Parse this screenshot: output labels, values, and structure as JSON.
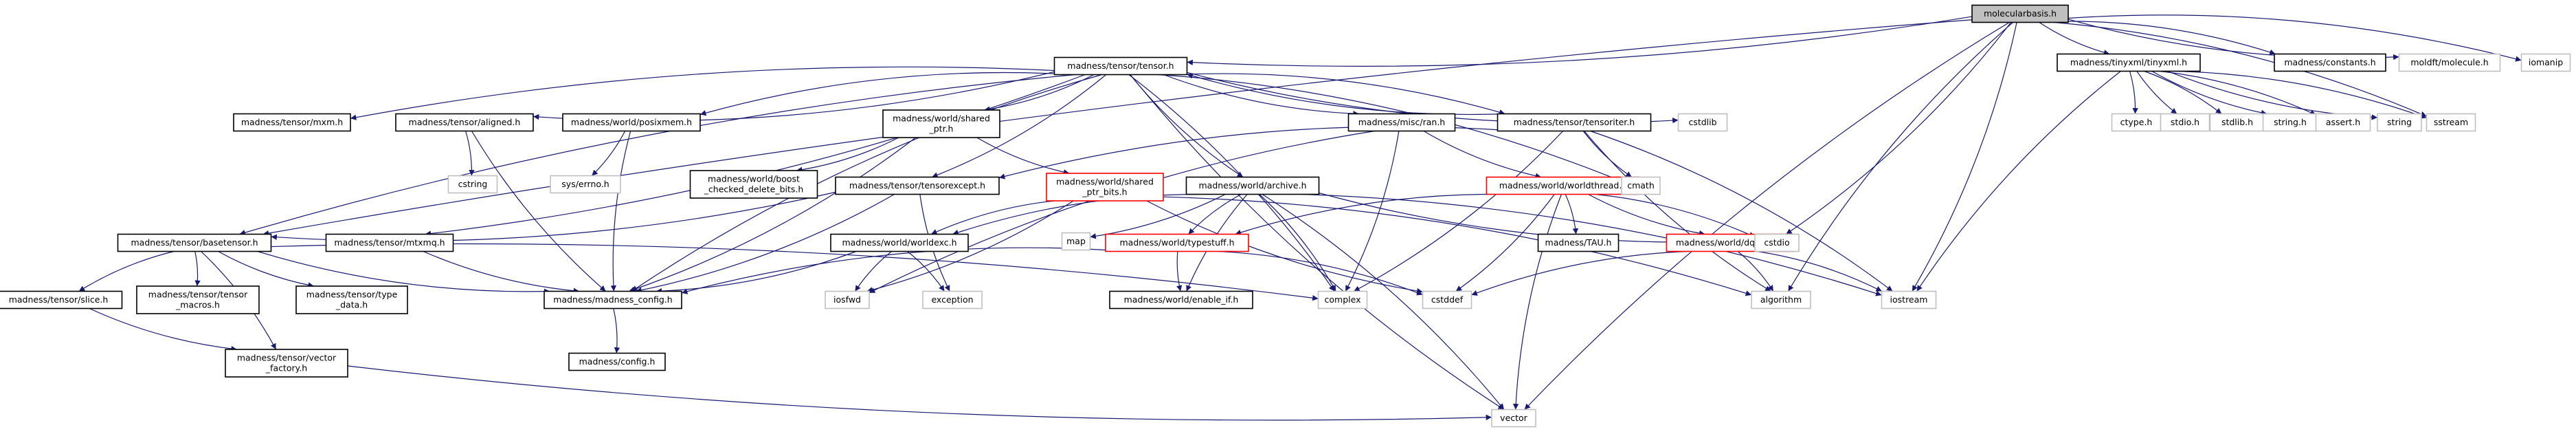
{
  "colors": {
    "edge": "#191970",
    "node_border_black": "#000000",
    "node_border_red": "#ff0000",
    "node_border_gray": "#bfbfbf",
    "root_fill": "#bfbfbf",
    "node_fill": "#ffffff"
  },
  "nodes": [
    {
      "id": "n_molecularbasis",
      "lines": [
        "molecularbasis.h"
      ],
      "style": "root",
      "interactable": false
    },
    {
      "id": "n_tensor_h",
      "lines": [
        "madness/tensor/tensor.h"
      ],
      "style": "black",
      "interactable": true
    },
    {
      "id": "n_tinyxml",
      "lines": [
        "madness/tinyxml/tinyxml.h"
      ],
      "style": "black",
      "interactable": true
    },
    {
      "id": "n_constants",
      "lines": [
        "madness/constants.h"
      ],
      "style": "black",
      "interactable": true
    },
    {
      "id": "n_moldft_molecule",
      "lines": [
        "moldft/molecule.h"
      ],
      "style": "gray",
      "interactable": false
    },
    {
      "id": "n_iomanip",
      "lines": [
        "iomanip"
      ],
      "style": "gray",
      "interactable": false
    },
    {
      "id": "n_mxm",
      "lines": [
        "madness/tensor/mxm.h"
      ],
      "style": "black",
      "interactable": true
    },
    {
      "id": "n_aligned",
      "lines": [
        "madness/tensor/aligned.h"
      ],
      "style": "black",
      "interactable": true
    },
    {
      "id": "n_posixmem",
      "lines": [
        "madness/world/posixmem.h"
      ],
      "style": "black",
      "interactable": true
    },
    {
      "id": "n_shared_ptr",
      "lines": [
        "madness/world/shared",
        "_ptr.h"
      ],
      "style": "black",
      "interactable": true
    },
    {
      "id": "n_ran",
      "lines": [
        "madness/misc/ran.h"
      ],
      "style": "black",
      "interactable": true
    },
    {
      "id": "n_tensoriter",
      "lines": [
        "madness/tensor/tensoriter.h"
      ],
      "style": "black",
      "interactable": true
    },
    {
      "id": "n_cstdlib",
      "lines": [
        "cstdlib"
      ],
      "style": "gray",
      "interactable": false
    },
    {
      "id": "n_ctype",
      "lines": [
        "ctype.h"
      ],
      "style": "gray",
      "interactable": false
    },
    {
      "id": "n_stdio_h",
      "lines": [
        "stdio.h"
      ],
      "style": "gray",
      "interactable": false
    },
    {
      "id": "n_stdlib_h",
      "lines": [
        "stdlib.h"
      ],
      "style": "gray",
      "interactable": false
    },
    {
      "id": "n_string_h",
      "lines": [
        "string.h"
      ],
      "style": "gray",
      "interactable": false
    },
    {
      "id": "n_assert_h",
      "lines": [
        "assert.h"
      ],
      "style": "gray",
      "interactable": false
    },
    {
      "id": "n_string",
      "lines": [
        "string"
      ],
      "style": "gray",
      "interactable": false
    },
    {
      "id": "n_sstream",
      "lines": [
        "sstream"
      ],
      "style": "gray",
      "interactable": false
    },
    {
      "id": "n_cstring",
      "lines": [
        "cstring"
      ],
      "style": "gray",
      "interactable": false
    },
    {
      "id": "n_sys_errno",
      "lines": [
        "sys/errno.h"
      ],
      "style": "gray",
      "interactable": false
    },
    {
      "id": "n_boost_checked",
      "lines": [
        "madness/world/boost",
        "_checked_delete_bits.h"
      ],
      "style": "black",
      "interactable": true
    },
    {
      "id": "n_tensorexcept",
      "lines": [
        "madness/tensor/tensorexcept.h"
      ],
      "style": "black",
      "interactable": true
    },
    {
      "id": "n_shared_ptr_bits",
      "lines": [
        "madness/world/shared",
        "_ptr_bits.h"
      ],
      "style": "red",
      "interactable": true
    },
    {
      "id": "n_archive",
      "lines": [
        "madness/world/archive.h"
      ],
      "style": "black",
      "interactable": true
    },
    {
      "id": "n_worldthread",
      "lines": [
        "madness/world/worldthread.h"
      ],
      "style": "red",
      "interactable": true
    },
    {
      "id": "n_cmath",
      "lines": [
        "cmath"
      ],
      "style": "gray",
      "interactable": false
    },
    {
      "id": "n_basetensor",
      "lines": [
        "madness/tensor/basetensor.h"
      ],
      "style": "black",
      "interactable": true
    },
    {
      "id": "n_mtxmq",
      "lines": [
        "madness/tensor/mtxmq.h"
      ],
      "style": "black",
      "interactable": true
    },
    {
      "id": "n_worldexc",
      "lines": [
        "madness/world/worldexc.h"
      ],
      "style": "black",
      "interactable": true
    },
    {
      "id": "n_map",
      "lines": [
        "map"
      ],
      "style": "gray",
      "interactable": false
    },
    {
      "id": "n_typestuff",
      "lines": [
        "madness/world/typestuff.h"
      ],
      "style": "red",
      "interactable": true
    },
    {
      "id": "n_tali",
      "lines": [
        "madness/TAU.h"
      ],
      "style": "black",
      "interactable": true
    },
    {
      "id": "n_dqueue",
      "lines": [
        "madness/world/dqueue.h"
      ],
      "style": "red",
      "interactable": true
    },
    {
      "id": "n_cstdio",
      "lines": [
        "cstdio"
      ],
      "style": "gray",
      "interactable": false
    },
    {
      "id": "n_slice",
      "lines": [
        "madness/tensor/slice.h"
      ],
      "style": "black",
      "interactable": true
    },
    {
      "id": "n_tensor_macros",
      "lines": [
        "madness/tensor/tensor",
        "_macros.h"
      ],
      "style": "black",
      "interactable": true
    },
    {
      "id": "n_type_data",
      "lines": [
        "madness/tensor/type",
        "_data.h"
      ],
      "style": "black",
      "interactable": true
    },
    {
      "id": "n_madness_config",
      "lines": [
        "madness/madness_config.h"
      ],
      "style": "black",
      "interactable": true
    },
    {
      "id": "n_iosfwd",
      "lines": [
        "iosfwd"
      ],
      "style": "gray",
      "interactable": false
    },
    {
      "id": "n_exception",
      "lines": [
        "exception"
      ],
      "style": "gray",
      "interactable": false
    },
    {
      "id": "n_enable_if",
      "lines": [
        "madness/world/enable_if.h"
      ],
      "style": "black",
      "interactable": true
    },
    {
      "id": "n_complex",
      "lines": [
        "complex"
      ],
      "style": "gray",
      "interactable": false
    },
    {
      "id": "n_cstddef",
      "lines": [
        "cstddef"
      ],
      "style": "gray",
      "interactable": false
    },
    {
      "id": "n_algorithm",
      "lines": [
        "algorithm"
      ],
      "style": "gray",
      "interactable": false
    },
    {
      "id": "n_iostream",
      "lines": [
        "iostream"
      ],
      "style": "gray",
      "interactable": false
    },
    {
      "id": "n_config",
      "lines": [
        "madness/config.h"
      ],
      "style": "black",
      "interactable": true
    },
    {
      "id": "n_vector_factory",
      "lines": [
        "madness/tensor/vector",
        "_factory.h"
      ],
      "style": "black",
      "interactable": true
    },
    {
      "id": "n_vector",
      "lines": [
        "vector"
      ],
      "style": "gray",
      "interactable": false
    }
  ],
  "edges": [
    [
      "n_molecularbasis",
      "n_tensor_h"
    ],
    [
      "n_molecularbasis",
      "n_tinyxml"
    ],
    [
      "n_molecularbasis",
      "n_constants"
    ],
    [
      "n_molecularbasis",
      "n_moldft_molecule"
    ],
    [
      "n_molecularbasis",
      "n_iomanip"
    ],
    [
      "n_molecularbasis",
      "n_basetensor"
    ],
    [
      "n_molecularbasis",
      "n_cstdio"
    ],
    [
      "n_molecularbasis",
      "n_algorithm"
    ],
    [
      "n_molecularbasis",
      "n_iostream"
    ],
    [
      "n_molecularbasis",
      "n_vector"
    ],
    [
      "n_molecularbasis",
      "n_sstream"
    ],
    [
      "n_tensor_h",
      "n_mxm"
    ],
    [
      "n_tensor_h",
      "n_aligned"
    ],
    [
      "n_tensor_h",
      "n_posixmem"
    ],
    [
      "n_tensor_h",
      "n_shared_ptr"
    ],
    [
      "n_tensor_h",
      "n_ran"
    ],
    [
      "n_tensor_h",
      "n_tensoriter"
    ],
    [
      "n_tensor_h",
      "n_cstdlib"
    ],
    [
      "n_tensor_h",
      "n_tensorexcept"
    ],
    [
      "n_tensor_h",
      "n_archive"
    ],
    [
      "n_tensor_h",
      "n_cmath"
    ],
    [
      "n_tensor_h",
      "n_basetensor"
    ],
    [
      "n_tensor_h",
      "n_mtxmq"
    ],
    [
      "n_tensor_h",
      "n_madness_config"
    ],
    [
      "n_tensor_h",
      "n_complex"
    ],
    [
      "n_tensor_h",
      "n_vector"
    ],
    [
      "n_tinyxml",
      "n_ctype"
    ],
    [
      "n_tinyxml",
      "n_stdio_h"
    ],
    [
      "n_tinyxml",
      "n_stdlib_h"
    ],
    [
      "n_tinyxml",
      "n_string_h"
    ],
    [
      "n_tinyxml",
      "n_assert_h"
    ],
    [
      "n_tinyxml",
      "n_string"
    ],
    [
      "n_tinyxml",
      "n_sstream"
    ],
    [
      "n_tinyxml",
      "n_iostream"
    ],
    [
      "n_aligned",
      "n_cstring"
    ],
    [
      "n_aligned",
      "n_madness_config"
    ],
    [
      "n_posixmem",
      "n_sys_errno"
    ],
    [
      "n_posixmem",
      "n_madness_config"
    ],
    [
      "n_shared_ptr",
      "n_boost_checked"
    ],
    [
      "n_shared_ptr",
      "n_shared_ptr_bits"
    ],
    [
      "n_shared_ptr",
      "n_madness_config"
    ],
    [
      "n_ran",
      "n_worldthread"
    ],
    [
      "n_ran",
      "n_complex"
    ],
    [
      "n_ran",
      "n_iosfwd"
    ],
    [
      "n_tensoriter",
      "n_tensor_h"
    ],
    [
      "n_tensoriter",
      "n_cmath"
    ],
    [
      "n_tensoriter",
      "n_iostream"
    ],
    [
      "n_tensoriter",
      "n_algorithm"
    ],
    [
      "n_tensoriter",
      "n_complex"
    ],
    [
      "n_tensoriter",
      "n_tensorexcept"
    ],
    [
      "n_tensorexcept",
      "n_basetensor"
    ],
    [
      "n_tensorexcept",
      "n_exception"
    ],
    [
      "n_tensorexcept",
      "n_madness_config"
    ],
    [
      "n_shared_ptr_bits",
      "n_worldexc"
    ],
    [
      "n_shared_ptr_bits",
      "n_algorithm"
    ],
    [
      "n_shared_ptr_bits",
      "n_cstddef"
    ],
    [
      "n_shared_ptr_bits",
      "n_iosfwd"
    ],
    [
      "n_archive",
      "n_worldexc"
    ],
    [
      "n_archive",
      "n_map"
    ],
    [
      "n_archive",
      "n_typestuff"
    ],
    [
      "n_archive",
      "n_complex"
    ],
    [
      "n_archive",
      "n_cstdio"
    ],
    [
      "n_archive",
      "n_vector"
    ],
    [
      "n_archive",
      "n_enable_if"
    ],
    [
      "n_archive",
      "n_iostream"
    ],
    [
      "n_worldthread",
      "n_typestuff"
    ],
    [
      "n_worldthread",
      "n_tali"
    ],
    [
      "n_worldthread",
      "n_dqueue"
    ],
    [
      "n_worldthread",
      "n_cstddef"
    ],
    [
      "n_worldthread",
      "n_vector"
    ],
    [
      "n_worldthread",
      "n_cstdio"
    ],
    [
      "n_basetensor",
      "n_slice"
    ],
    [
      "n_basetensor",
      "n_tensor_macros"
    ],
    [
      "n_basetensor",
      "n_type_data"
    ],
    [
      "n_basetensor",
      "n_vector_factory"
    ],
    [
      "n_basetensor",
      "n_madness_config"
    ],
    [
      "n_basetensor",
      "n_complex"
    ],
    [
      "n_mtxmq",
      "n_madness_config"
    ],
    [
      "n_worldexc",
      "n_madness_config"
    ],
    [
      "n_worldexc",
      "n_iosfwd"
    ],
    [
      "n_worldexc",
      "n_exception"
    ],
    [
      "n_typestuff",
      "n_enable_if"
    ],
    [
      "n_typestuff",
      "n_cstddef"
    ],
    [
      "n_typestuff",
      "n_madness_config"
    ],
    [
      "n_dqueue",
      "n_algorithm"
    ],
    [
      "n_dqueue",
      "n_cstddef"
    ],
    [
      "n_dqueue",
      "n_iostream"
    ],
    [
      "n_slice",
      "n_vector_factory"
    ],
    [
      "n_madness_config",
      "n_config"
    ],
    [
      "n_vector_factory",
      "n_vector"
    ]
  ]
}
